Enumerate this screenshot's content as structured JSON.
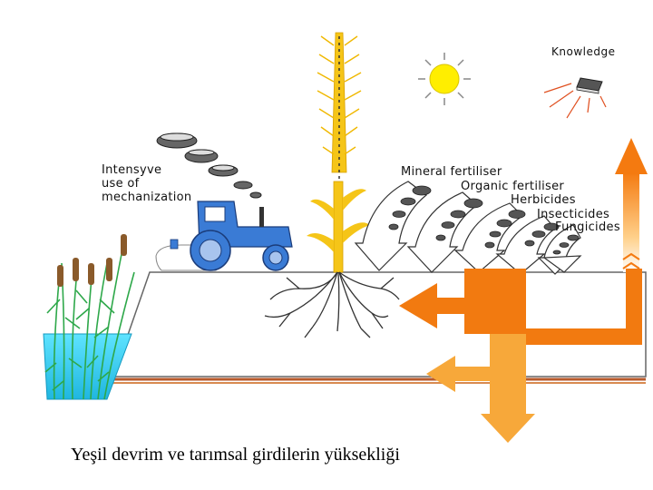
{
  "caption": "Yeşil devrim ve tarımsal girdilerin yüksekliği",
  "labels": {
    "knowledge": "Knowledge",
    "mechanization_line1": "Intensyve",
    "mechanization_line2": "use of",
    "mechanization_line3": "mechanization",
    "mineral_fertiliser": "Mineral fertiliser",
    "organic_fertiliser": "Organic fertiliser",
    "herbicides": "Herbicides",
    "insecticides": "Insecticides",
    "fungicides": "Fungicides"
  },
  "colors": {
    "sun": "#ffee00",
    "wheat": "#f5c518",
    "tractor": "#3a7bd5",
    "water": "#2fd0f0",
    "reeds": "#2ea84a",
    "arrow_orange": "#f27a10",
    "arrow_light": "#f7a83a",
    "soil_line": "#c0582a"
  },
  "icons": [
    "sun-icon",
    "book-icon",
    "tractor-icon",
    "wheat-icon",
    "roots-icon",
    "reeds-icon",
    "exhaust-smoke-icon",
    "spray-icon"
  ]
}
